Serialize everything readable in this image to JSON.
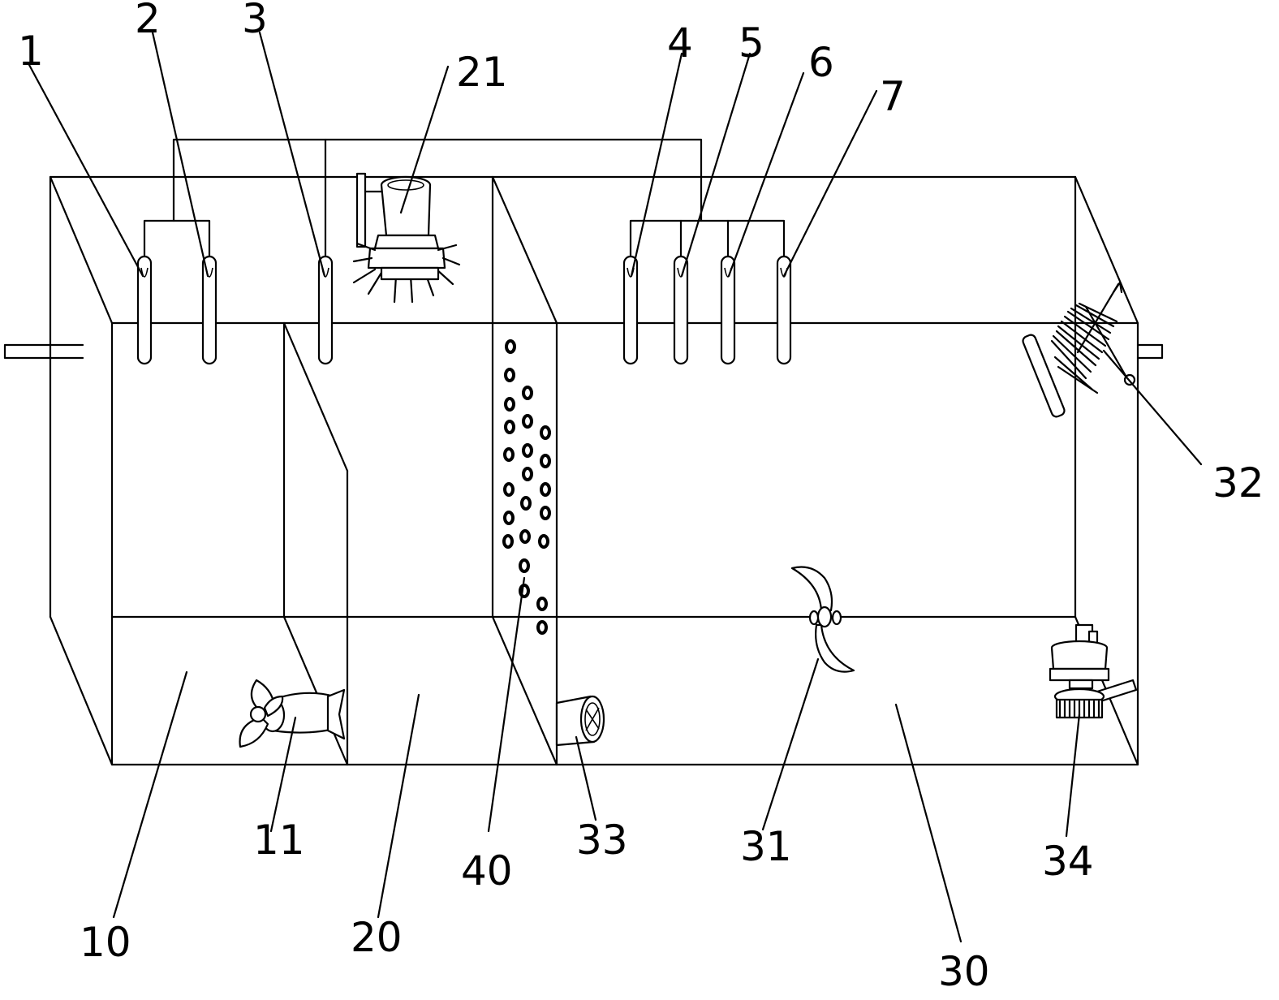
{
  "labels": {
    "l1": "1",
    "l2": "2",
    "l3": "3",
    "l4": "4",
    "l5": "5",
    "l6": "6",
    "l7": "7",
    "l21": "21",
    "l32": "32",
    "l11": "11",
    "l10": "10",
    "l20": "20",
    "l40": "40",
    "l33": "33",
    "l31": "31",
    "l30": "30",
    "l34": "34"
  }
}
